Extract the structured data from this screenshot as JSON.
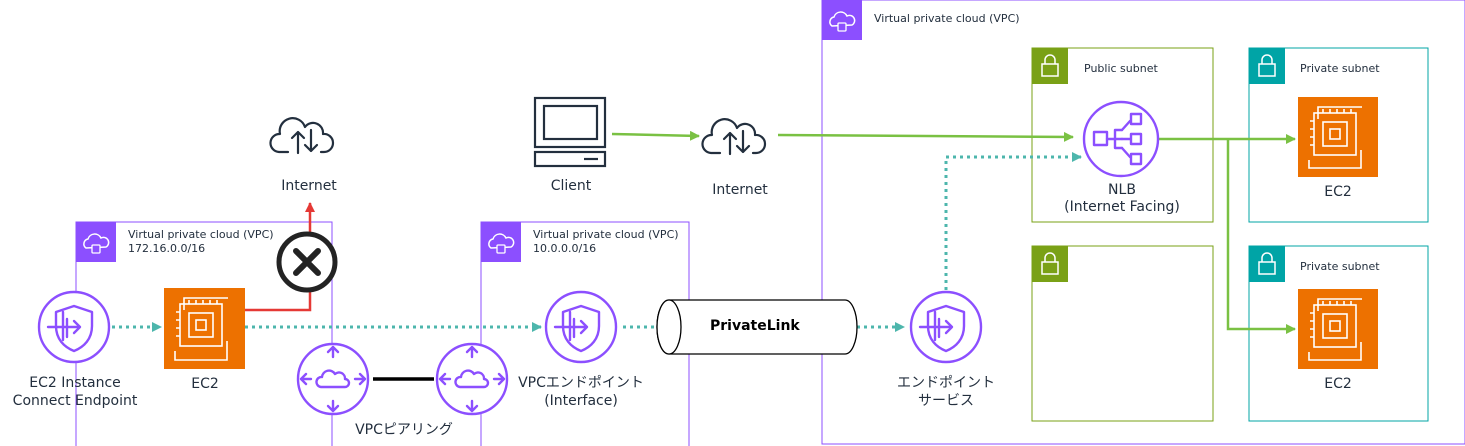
{
  "colors": {
    "vpc_border": "#8c4fff",
    "public_subnet": "#7aa116",
    "private_subnet": "#00a4a6",
    "ec2": "#ed7100",
    "endpoint_purple": "#8c4fff",
    "green_flow": "#7ac143",
    "teal_dotted": "#4db6ac",
    "red_blocked": "#e53935",
    "icon_dark": "#232f3e"
  },
  "icons": {
    "vpc": "vpc-cloud-lock-icon",
    "subnet": "padlock-icon",
    "internet": "cloud-updown-icon",
    "client": "desktop-client-icon",
    "ec2": "ec2-chip-icon",
    "endpoint": "endpoint-shield-icon",
    "router": "vpc-router-icon",
    "nlb": "load-balancer-icon",
    "blocked": "blocked-x-icon"
  },
  "vpc_left": {
    "title": "Virtual private cloud (VPC)",
    "cidr": "172.16.0.0/16"
  },
  "vpc_mid": {
    "title": "Virtual private cloud (VPC)",
    "cidr": "10.0.0.0/16"
  },
  "vpc_right": {
    "title": "Virtual private cloud (VPC)"
  },
  "subnets": {
    "public": "Public subnet",
    "private_top": "Private subnet",
    "private_bottom": "Private subnet"
  },
  "nodes": {
    "internet_left": "Internet",
    "internet_mid": "Internet",
    "client": "Client",
    "ec2_left": "EC2",
    "ec2_right_top": "EC2",
    "ec2_right_bottom": "EC2",
    "eic_endpoint_line1": "EC2 Instance",
    "eic_endpoint_line2": "Connect Endpoint",
    "vpc_endpoint_line1": "VPCエンドポイント",
    "vpc_endpoint_line2": "(Interface)",
    "endpoint_service_line1": "エンドポイント",
    "endpoint_service_line2": "サービス",
    "nlb_line1": "NLB",
    "nlb_line2": "(Internet Facing)",
    "vpc_peering": "VPCピアリング",
    "privatelink": "PrivateLink"
  }
}
